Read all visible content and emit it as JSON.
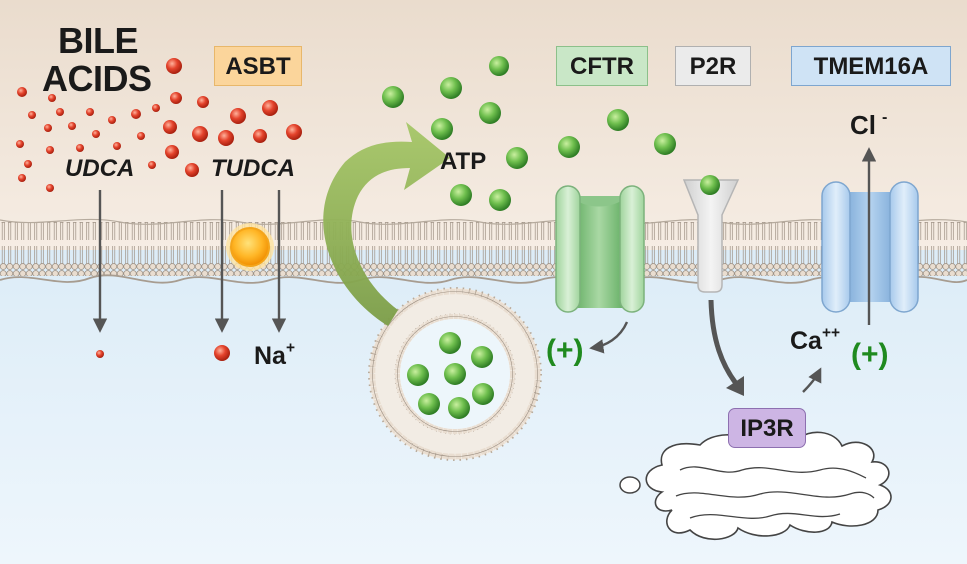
{
  "labels": {
    "bile_acids_line1": "BILE",
    "bile_acids_line2": "ACIDS",
    "udca": "UDCA",
    "tudca": "TUDCA",
    "atp": "ATP",
    "na": "Na",
    "na_sup": "+",
    "ca": "Ca",
    "ca_sup": "++",
    "cl": "Cl",
    "cl_sup": "-",
    "plus_cftr": "(+)",
    "plus_tmem": "(+)"
  },
  "proteins": {
    "asbt": "ASBT",
    "cftr": "CFTR",
    "p2r": "P2R",
    "tmem16a": "TMEM16A",
    "ip3r": "IP3R"
  },
  "colors": {
    "extracellular": "#eedfd2",
    "intracellular": "#e6f1f9",
    "bile_acid": "#e0402b",
    "atp": "#6cbf4f",
    "asbt_box": "#fbd59b",
    "cftr_box": "#c9e7c7",
    "p2r_box": "#ebebeb",
    "tmem16a_box": "#cfe3f5",
    "ip3r_box": "#cdb5e4",
    "plus_sign": "#1f8a1f",
    "big_arrow": "#8fb554"
  }
}
